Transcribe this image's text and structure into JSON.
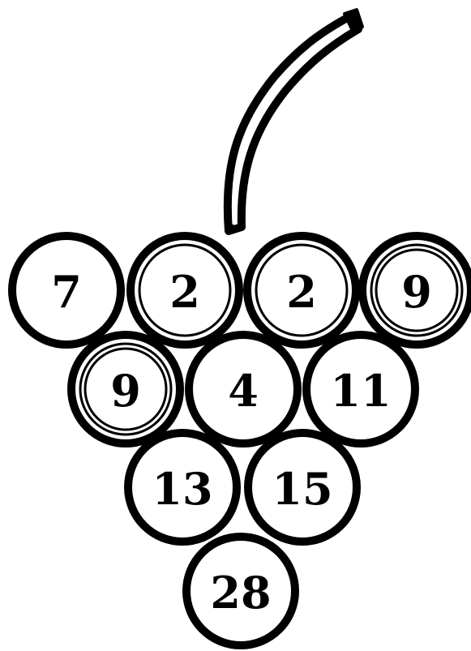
{
  "colors": {
    "stroke": "#000000",
    "fill": "#ffffff"
  },
  "stem": {
    "icon": "grape-stem-icon"
  },
  "grapes": [
    {
      "label": "7",
      "rings": 1
    },
    {
      "label": "2",
      "rings": 2
    },
    {
      "label": "2",
      "rings": 2
    },
    {
      "label": "9",
      "rings": 3
    },
    {
      "label": "9",
      "rings": 3
    },
    {
      "label": "4",
      "rings": 1
    },
    {
      "label": "11",
      "rings": 1
    },
    {
      "label": "13",
      "rings": 1
    },
    {
      "label": "15",
      "rings": 1
    },
    {
      "label": "28",
      "rings": 1
    }
  ]
}
